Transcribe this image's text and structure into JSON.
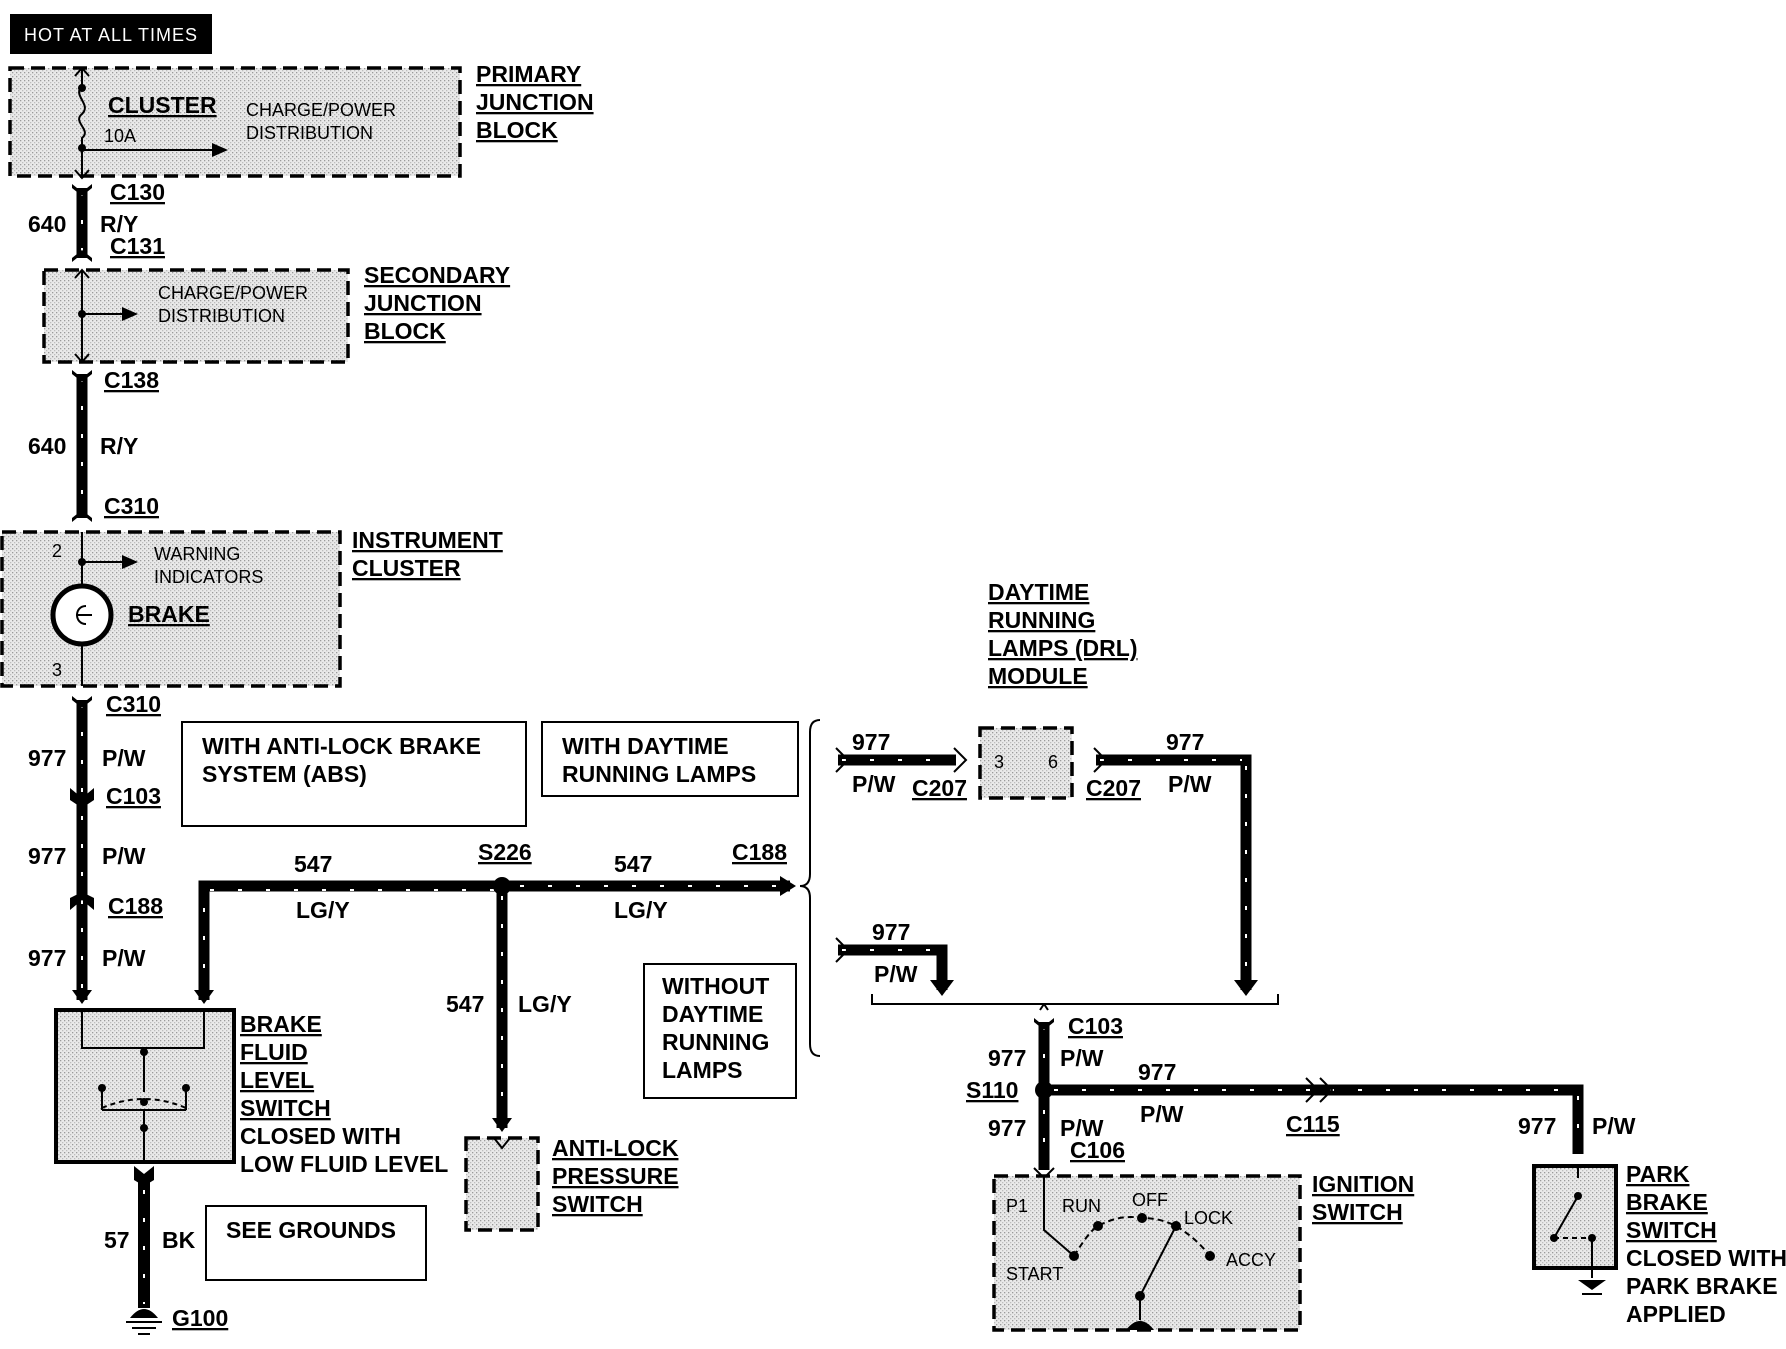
{
  "header": {
    "hot_label": "HOT AT ALL TIMES"
  },
  "components": {
    "primary_junction_block": {
      "lines": [
        "PRIMARY",
        "JUNCTION",
        "BLOCK"
      ],
      "fuse_name": "CLUSTER",
      "fuse_rating": "10A",
      "inner_lines": [
        "CHARGE/POWER",
        "DISTRIBUTION"
      ]
    },
    "secondary_junction_block": {
      "lines": [
        "SECONDARY",
        "JUNCTION",
        "BLOCK"
      ],
      "inner_lines": [
        "CHARGE/POWER",
        "DISTRIBUTION"
      ]
    },
    "instrument_cluster": {
      "lines": [
        "INSTRUMENT",
        "CLUSTER"
      ],
      "inner_lines": [
        "WARNING",
        "INDICATORS"
      ],
      "lamp": "BRAKE",
      "pin_top": "2",
      "pin_bottom": "3"
    },
    "brake_fluid_level_switch": {
      "lines": [
        "BRAKE",
        "FLUID",
        "LEVEL",
        "SWITCH"
      ],
      "note_lines": [
        "CLOSED WITH",
        "LOW FLUID LEVEL"
      ]
    },
    "anti_lock_pressure_switch": {
      "lines": [
        "ANTI-LOCK",
        "PRESSURE",
        "SWITCH"
      ]
    },
    "drl_module": {
      "lines": [
        "DAYTIME",
        "RUNNING",
        "LAMPS (DRL)",
        "MODULE"
      ],
      "pin_in": "3",
      "pin_out": "6"
    },
    "ignition_switch": {
      "lines": [
        "IGNITION",
        "SWITCH"
      ],
      "positions": {
        "p1": "P1",
        "run": "RUN",
        "off": "OFF",
        "lock": "LOCK",
        "start": "START",
        "accy": "ACCY"
      }
    },
    "park_brake_switch": {
      "lines": [
        "PARK",
        "BRAKE",
        "SWITCH"
      ],
      "note_lines": [
        "CLOSED WITH",
        "PARK BRAKE",
        "APPLIED"
      ]
    }
  },
  "notes": {
    "abs": [
      "WITH ANTI-LOCK BRAKE",
      "SYSTEM (ABS)"
    ],
    "with_drl": [
      "WITH DAYTIME",
      "RUNNING LAMPS"
    ],
    "without_drl": [
      "WITHOUT",
      "DAYTIME",
      "RUNNING",
      "LAMPS"
    ],
    "grounds": "SEE GROUNDS"
  },
  "connectors": {
    "c130": "C130",
    "c131": "C131",
    "c138": "C138",
    "c310_top": "C310",
    "c310_bottom": "C310",
    "c103_left": "C103",
    "c188_left": "C188",
    "c188_right": "C188",
    "c207_left": "C207",
    "c207_right": "C207",
    "c103_right": "C103",
    "c106": "C106",
    "c115": "C115"
  },
  "splices": {
    "s226": "S226",
    "s110": "S110"
  },
  "grounds": {
    "g100": "G100"
  },
  "wires": {
    "w640_a": {
      "circuit": "640",
      "color": "R/Y"
    },
    "w640_b": {
      "circuit": "640",
      "color": "R/Y"
    },
    "w977_a": {
      "circuit": "977",
      "color": "P/W"
    },
    "w977_b": {
      "circuit": "977",
      "color": "P/W"
    },
    "w977_c": {
      "circuit": "977",
      "color": "P/W"
    },
    "w547_a": {
      "circuit": "547",
      "color": "LG/Y"
    },
    "w547_b": {
      "circuit": "547",
      "color": "LG/Y"
    },
    "w547_c": {
      "circuit": "547",
      "color": "LG/Y"
    },
    "w57": {
      "circuit": "57",
      "color": "BK"
    },
    "w977_drl_in": {
      "circuit": "977",
      "color": "P/W"
    },
    "w977_drl_out": {
      "circuit": "977",
      "color": "P/W"
    },
    "w977_nodrl": {
      "circuit": "977",
      "color": "P/W"
    },
    "w977_ign_top": {
      "circuit": "977",
      "color": "P/W"
    },
    "w977_ign_bottom": {
      "circuit": "977",
      "color": "P/W"
    },
    "w977_park_run": {
      "circuit": "977",
      "color": "P/W"
    },
    "w977_park_drop": {
      "circuit": "977",
      "color": "P/W"
    }
  }
}
